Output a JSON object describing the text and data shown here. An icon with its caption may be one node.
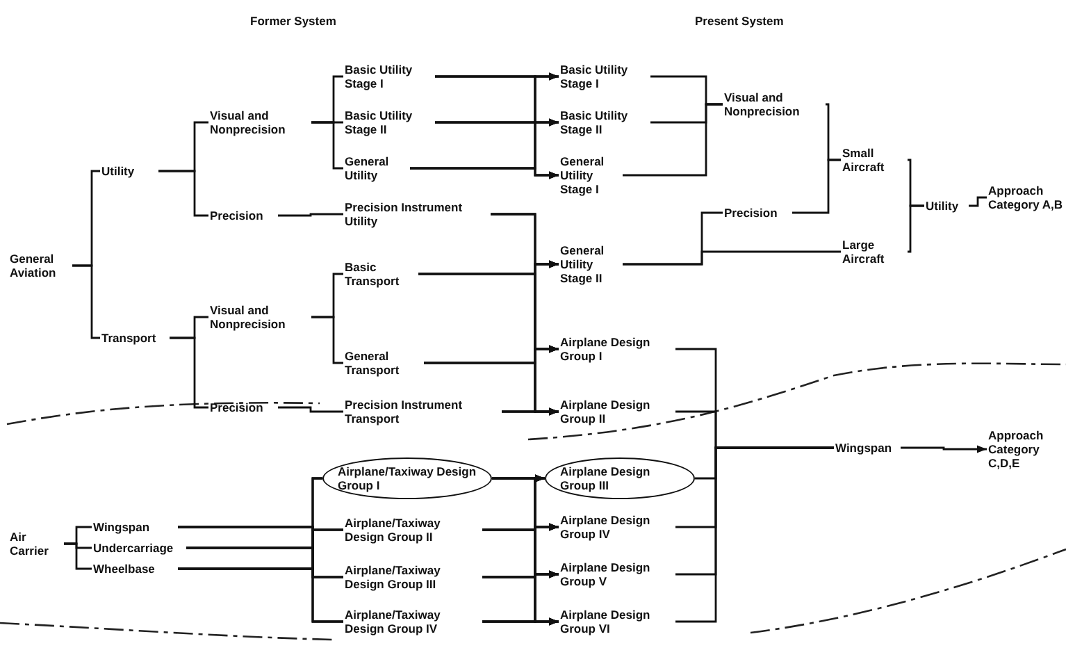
{
  "diagram": {
    "nodes": [
      {
        "text": [
          "General Aviation"
        ]
      },
      {
        "text": [
          "Utility"
        ]
      },
      {
        "text": [
          "Transport"
        ]
      },
      {
        "text": [
          "Visual and Nonprecision"
        ]
      },
      {
        "text": [
          "Precision"
        ]
      },
      {
        "text": [
          "Visual and Nonprecision"
        ]
      },
      {
        "text": [
          "Precision"
        ]
      },
      {
        "text": [
          "Basic Utility Stage I"
        ]
      },
      {
        "text": [
          "Basic Utility Stage II"
        ]
      },
      {
        "text": [
          "General Utility"
        ]
      },
      {
        "text": [
          "Precision Instrument Utility"
        ]
      },
      {
        "text": [
          "Basic Transport"
        ]
      },
      {
        "text": [
          "General Transport"
        ]
      },
      {
        "text": [
          "Precision Instrument Transport"
        ]
      },
      {
        "text": [
          "Basic Utility Stage I"
        ]
      },
      {
        "text": [
          "Basic Utility Stage II"
        ]
      },
      {
        "text": [
          "General Utility Stage I"
        ]
      },
      {
        "text": [
          "General Utility Stage II"
        ]
      },
      {
        "text": [
          "Airplane Design Group I"
        ]
      },
      {
        "text": [
          "Airplane Design Group II"
        ]
      },
      {
        "text": [
          "Visual and Nonprecision"
        ]
      },
      {
        "text": [
          "Precision"
        ]
      },
      {
        "text": [
          "Small Aircraft"
        ]
      },
      {
        "text": [
          "Large Aircraft"
        ]
      },
      {
        "text": [
          "Utility"
        ]
      },
      {
        "text": [
          "Approach Category A,B"
        ]
      },
      {
        "text": [
          "Air Carrier"
        ]
      },
      {
        "text": [
          "Wingspan"
        ]
      },
      {
        "text": [
          "Undercarriage"
        ]
      },
      {
        "text": [
          "Wheelbase"
        ]
      },
      {
        "text": [
          "Airplane/Taxiway Design Group I"
        ]
      },
      {
        "text": [
          "Airplane/Taxiway Design Group II"
        ]
      },
      {
        "text": [
          "Airplane/Taxiway Design Group III"
        ]
      },
      {
        "text": [
          "Airplane/Taxiway Design Group IV"
        ]
      },
      {
        "text": [
          "Airplane Design Group III"
        ]
      },
      {
        "text": [
          "Airplane Design Group IV"
        ]
      },
      {
        "text": [
          "Airplane Design Group V"
        ]
      },
      {
        "text": [
          "Airplane Design Group VI"
        ]
      },
      {
        "text": [
          "Wingspan"
        ]
      },
      {
        "text": [
          "Approach Category C,D,E"
        ]
      }
    ],
    "edges": [
      {
        "from": 0,
        "to": 1,
        "arrow": "none"
      },
      {
        "from": 0,
        "to": 2,
        "arrow": "none"
      },
      {
        "from": 1,
        "to": 3,
        "arrow": "none"
      },
      {
        "from": 1,
        "to": 4,
        "arrow": "none"
      },
      {
        "from": 2,
        "to": 5,
        "arrow": "none"
      },
      {
        "from": 2,
        "to": 6,
        "arrow": "none"
      },
      {
        "from": 3,
        "to": 7,
        "arrow": "none"
      },
      {
        "from": 3,
        "to": 8,
        "arrow": "none"
      },
      {
        "from": 3,
        "to": 9,
        "arrow": "none"
      },
      {
        "from": 4,
        "to": 10,
        "arrow": "none"
      },
      {
        "from": 5,
        "to": 11,
        "arrow": "none"
      },
      {
        "from": 5,
        "to": 12,
        "arrow": "none"
      },
      {
        "from": 6,
        "to": 13,
        "arrow": "none"
      },
      {
        "from": 7,
        "to": 14,
        "arrow": "to"
      },
      {
        "from": 7,
        "to": 15,
        "arrow": "to"
      },
      {
        "from": 7,
        "to": 16,
        "arrow": "to"
      },
      {
        "from": 8,
        "to": 14,
        "arrow": "to"
      },
      {
        "from": 8,
        "to": 15,
        "arrow": "to"
      },
      {
        "from": 8,
        "to": 16,
        "arrow": "to"
      },
      {
        "from": 9,
        "to": 14,
        "arrow": "to"
      },
      {
        "from": 9,
        "to": 15,
        "arrow": "to"
      },
      {
        "from": 9,
        "to": 16,
        "arrow": "to"
      },
      {
        "from": 10,
        "to": 17,
        "arrow": "to"
      },
      {
        "from": 10,
        "to": 18,
        "arrow": "to"
      },
      {
        "from": 10,
        "to": 19,
        "arrow": "to"
      },
      {
        "from": 11,
        "to": 17,
        "arrow": "to"
      },
      {
        "from": 11,
        "to": 18,
        "arrow": "to"
      },
      {
        "from": 11,
        "to": 19,
        "arrow": "to"
      },
      {
        "from": 12,
        "to": 17,
        "arrow": "to"
      },
      {
        "from": 12,
        "to": 18,
        "arrow": "to"
      },
      {
        "from": 12,
        "to": 19,
        "arrow": "to"
      },
      {
        "from": 13,
        "to": 17,
        "arrow": "to"
      },
      {
        "from": 13,
        "to": 18,
        "arrow": "to"
      },
      {
        "from": 13,
        "to": 19,
        "arrow": "to"
      },
      {
        "from": 14,
        "to": 20,
        "arrow": "none"
      },
      {
        "from": 15,
        "to": 20,
        "arrow": "none"
      },
      {
        "from": 16,
        "to": 20,
        "arrow": "none"
      },
      {
        "from": 17,
        "to": 21,
        "arrow": "none"
      },
      {
        "from": 17,
        "to": 23,
        "arrow": "none"
      },
      {
        "from": 20,
        "to": 22,
        "arrow": "none"
      },
      {
        "from": 21,
        "to": 22,
        "arrow": "none"
      },
      {
        "from": 22,
        "to": 24,
        "arrow": "none"
      },
      {
        "from": 23,
        "to": 24,
        "arrow": "none"
      },
      {
        "from": 24,
        "to": 25,
        "arrow": "none"
      },
      {
        "from": 18,
        "to": 38,
        "arrow": "none"
      },
      {
        "from": 19,
        "to": 38,
        "arrow": "none"
      },
      {
        "from": 34,
        "to": 38,
        "arrow": "none"
      },
      {
        "from": 35,
        "to": 38,
        "arrow": "none"
      },
      {
        "from": 36,
        "to": 38,
        "arrow": "none"
      },
      {
        "from": 37,
        "to": 38,
        "arrow": "none"
      },
      {
        "from": 38,
        "to": 39,
        "arrow": "to"
      },
      {
        "from": 26,
        "to": 27,
        "arrow": "none"
      },
      {
        "from": 26,
        "to": 28,
        "arrow": "none"
      },
      {
        "from": 26,
        "to": 29,
        "arrow": "none"
      },
      {
        "from": 27,
        "to": 30,
        "arrow": "none"
      },
      {
        "from": 27,
        "to": 31,
        "arrow": "none"
      },
      {
        "from": 27,
        "to": 32,
        "arrow": "none"
      },
      {
        "from": 27,
        "to": 33,
        "arrow": "none"
      },
      {
        "from": 28,
        "to": 30,
        "arrow": "none"
      },
      {
        "from": 28,
        "to": 31,
        "arrow": "none"
      },
      {
        "from": 28,
        "to": 32,
        "arrow": "none"
      },
      {
        "from": 28,
        "to": 33,
        "arrow": "none"
      },
      {
        "from": 29,
        "to": 30,
        "arrow": "none"
      },
      {
        "from": 29,
        "to": 31,
        "arrow": "none"
      },
      {
        "from": 29,
        "to": 32,
        "arrow": "none"
      },
      {
        "from": 29,
        "to": 33,
        "arrow": "none"
      },
      {
        "from": 30,
        "to": 34,
        "arrow": "to"
      },
      {
        "from": 30,
        "to": 35,
        "arrow": "to"
      },
      {
        "from": 30,
        "to": 36,
        "arrow": "to"
      },
      {
        "from": 30,
        "to": 37,
        "arrow": "to"
      },
      {
        "from": 31,
        "to": 34,
        "arrow": "to"
      },
      {
        "from": 31,
        "to": 35,
        "arrow": "to"
      },
      {
        "from": 31,
        "to": 36,
        "arrow": "to"
      },
      {
        "from": 31,
        "to": 37,
        "arrow": "to"
      },
      {
        "from": 32,
        "to": 34,
        "arrow": "to"
      },
      {
        "from": 32,
        "to": 35,
        "arrow": "to"
      },
      {
        "from": 32,
        "to": 36,
        "arrow": "to"
      },
      {
        "from": 32,
        "to": 37,
        "arrow": "to"
      },
      {
        "from": 33,
        "to": 34,
        "arrow": "to"
      },
      {
        "from": 33,
        "to": 35,
        "arrow": "to"
      },
      {
        "from": 33,
        "to": 36,
        "arrow": "to"
      },
      {
        "from": 33,
        "to": 37,
        "arrow": "to"
      }
    ],
    "labels": [
      "Former System",
      "Present System"
    ]
  }
}
